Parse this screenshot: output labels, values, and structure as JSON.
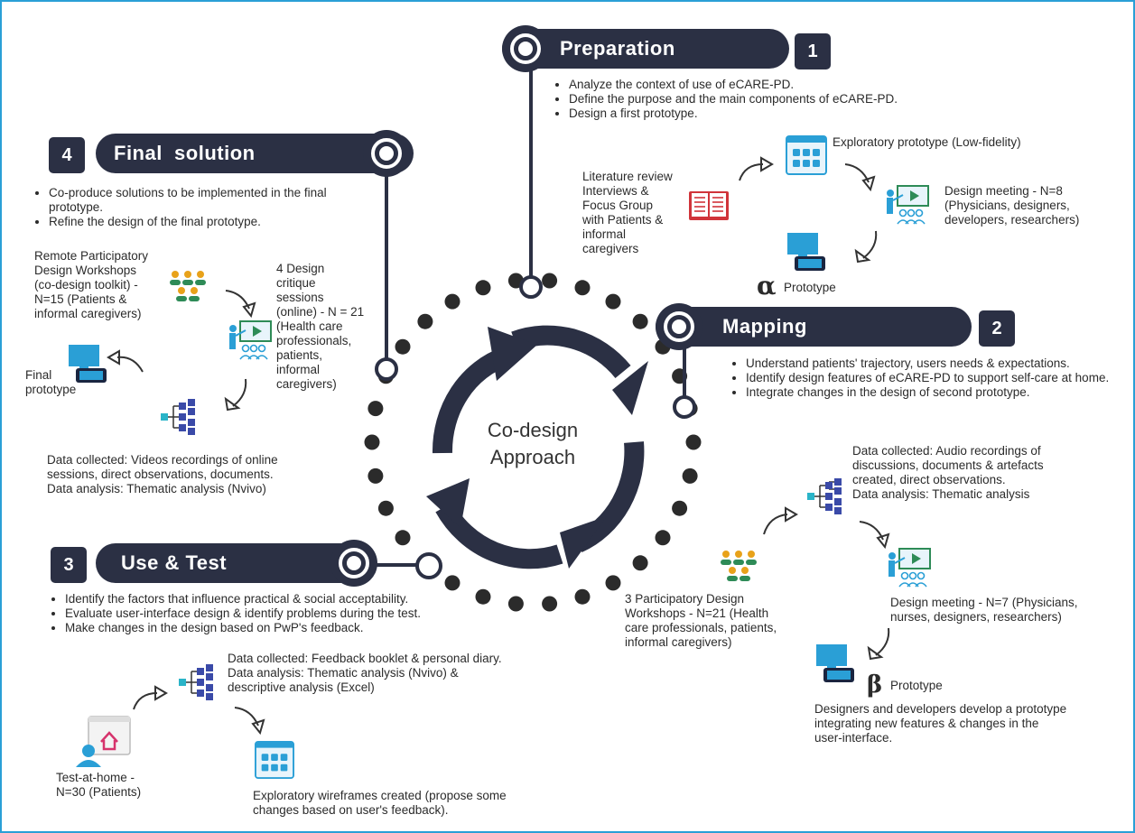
{
  "center": {
    "line1": "Co-design",
    "line2": "Approach"
  },
  "preparation": {
    "title": "Preparation",
    "number": "1",
    "bullets": [
      "Analyze the context of use of eCARE-PD.",
      "Define the purpose and the main components of eCARE-PD.",
      "Design a first prototype."
    ],
    "input_text": "Literature review\nInterviews &\nFocus Group\nwith Patients &\ninformal\ncaregivers",
    "exploratory_label": "Exploratory prototype (Low-fidelity)",
    "meeting_label": "Design meeting - N=8\n(Physicians, designers,\ndevelopers, researchers)",
    "alpha_symbol": "α",
    "prototype_label": "Prototype"
  },
  "mapping": {
    "title": "Mapping",
    "number": "2",
    "bullets": [
      "Understand patients' trajectory, users needs & expectations.",
      "Identify design features of eCARE-PD to support self-care at home.",
      "Integrate changes in the design of second prototype."
    ],
    "data_text": "Data collected: Audio recordings of\ndiscussions, documents & artefacts\ncreated, direct observations.\nData analysis: Thematic analysis",
    "workshops_label": "3 Participatory Design\nWorkshops - N=21 (Health\ncare professionals, patients,\ninformal caregivers)",
    "meeting_label": "Design meeting - N=7 (Physicians,\nnurses, designers, researchers)",
    "beta_symbol": "β",
    "prototype_label": "Prototype",
    "devs_text": "Designers and developers develop a prototype\nintegrating new features & changes in the\nuser-interface."
  },
  "use_test": {
    "title": "Use & Test",
    "number": "3",
    "bullets": [
      "Identify the factors that influence practical & social acceptability.",
      "Evaluate user-interface design & identify problems during the test.",
      "Make changes in the design based on PwP's feedback."
    ],
    "data_text": "Data collected: Feedback booklet & personal diary.\nData analysis: Thematic analysis (Nvivo) &\ndescriptive analysis (Excel)",
    "home_label": "Test-at-home -\nN=30 (Patients)",
    "wireframes_label": "Exploratory wireframes created (propose some\nchanges based on user's feedback)."
  },
  "final": {
    "title": "Final  solution",
    "number": "4",
    "bullets": [
      "Co-produce solutions to be implemented in the final prototype.",
      "Refine the design of the final prototype."
    ],
    "workshops_label": "Remote Participatory\nDesign Workshops\n(co-design toolkit) -\nN=15 (Patients &\ninformal caregivers)",
    "critique_label": "4 Design\ncritique\nsessions\n(online) - N = 21\n(Health care\nprofessionals,\npatients,\ninformal\ncaregivers)",
    "final_label": "Final\nprototype",
    "data_text": "Data collected: Videos recordings of online\nsessions, direct observations, documents.\nData analysis: Thematic analysis (Nvivo)"
  },
  "colors": {
    "dark": "#2b3044",
    "frame": "#2a9fd6",
    "icon_blue": "#2a9fd6",
    "book_red": "#d0343a",
    "green": "#2e8b57"
  }
}
